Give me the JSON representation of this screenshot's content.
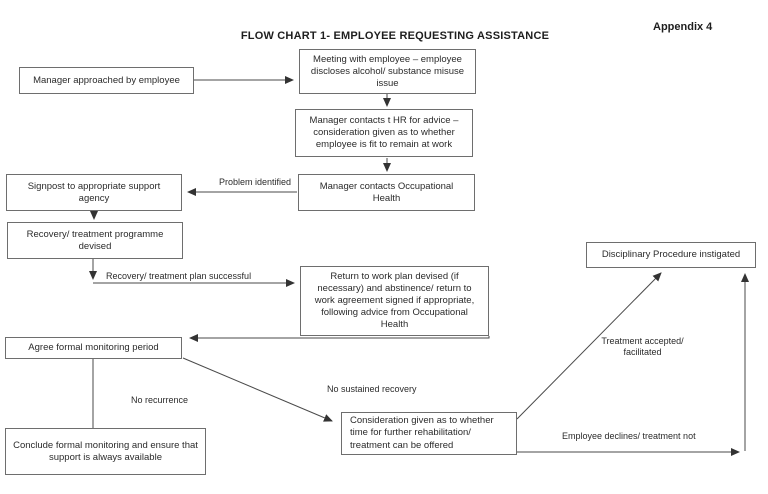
{
  "page": {
    "appendix": "Appendix 4",
    "title": "FLOW CHART 1- EMPLOYEE REQUESTING ASSISTANCE"
  },
  "nodes": {
    "manager_approached": "Manager approached by employee",
    "meeting_with_employee": "Meeting with employee – employee discloses alcohol/ substance misuse issue",
    "manager_contacts_hr": "Manager contacts t HR for advice – consideration given as to whether employee is fit to remain at work",
    "manager_contacts_oh": "Manager contacts Occupational Health",
    "signpost_support": "Signpost to appropriate support agency",
    "recovery_programme": "Recovery/ treatment programme devised",
    "return_to_work": "Return to work plan devised (if necessary) and abstinence/ return to work agreement signed if appropriate, following advice from Occupational Health",
    "agree_monitoring": "Agree formal monitoring period",
    "conclude_monitoring": "Conclude formal monitoring and ensure that support is always available",
    "consideration_rehab": "Consideration given as to whether time for further rehabilitation/ treatment can be offered",
    "disciplinary": "Disciplinary Procedure instigated"
  },
  "edge_labels": {
    "problem_identified": "Problem identified",
    "recovery_successful": "Recovery/ treatment plan successful",
    "no_recurrence": "No recurrence",
    "no_sustained_recovery": "No sustained recovery",
    "treatment_accepted": "Treatment accepted/ facilitated",
    "employee_declines": "Employee declines/ treatment not"
  },
  "colors": {
    "background": "#ffffff",
    "text": "#2b2b2b",
    "node_border": "#6e6e6e",
    "arrow": "#444444"
  }
}
